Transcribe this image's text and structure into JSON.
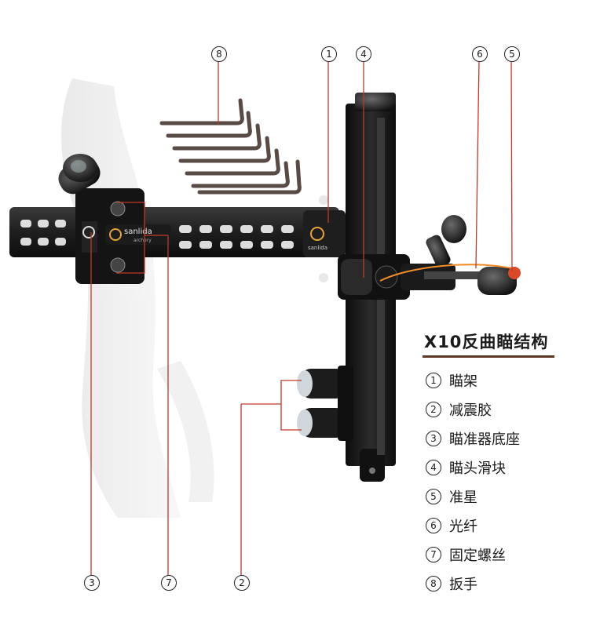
{
  "title": "X10反曲瞄结构",
  "logo_text": "sanlida archery",
  "callouts": [
    {
      "id": "8",
      "label": "8"
    },
    {
      "id": "1",
      "label": "1"
    },
    {
      "id": "4",
      "label": "4"
    },
    {
      "id": "6",
      "label": "6"
    },
    {
      "id": "5",
      "label": "5"
    },
    {
      "id": "3",
      "label": "3"
    },
    {
      "id": "7",
      "label": "7"
    },
    {
      "id": "2",
      "label": "2"
    }
  ],
  "legend": [
    {
      "num": "1",
      "text": "瞄架"
    },
    {
      "num": "2",
      "text": "减震胶"
    },
    {
      "num": "3",
      "text": "瞄准器底座"
    },
    {
      "num": "4",
      "text": "瞄头滑块"
    },
    {
      "num": "5",
      "text": "准星"
    },
    {
      "num": "6",
      "text": "光纤"
    },
    {
      "num": "7",
      "text": "固定螺丝"
    },
    {
      "num": "8",
      "text": "扳手"
    }
  ],
  "colors": {
    "leader": "#c0392b",
    "metal": "#1c1c1c",
    "hexkey": "#5a4a44",
    "fiber": "#f28c28",
    "title_rule": "#5a3522"
  }
}
